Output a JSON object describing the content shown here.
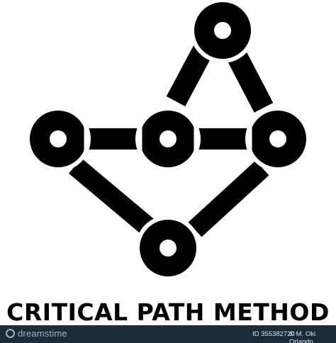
{
  "caption": "CRITICAL PATH METHOD",
  "footer": {
    "image_id": "ID 355382720",
    "author": "© M. Oki Orlando",
    "logo": "dreamstime"
  },
  "colors": {
    "ink": "#000000",
    "background": "#ffffff",
    "footer_bar": "#1b2b38"
  }
}
